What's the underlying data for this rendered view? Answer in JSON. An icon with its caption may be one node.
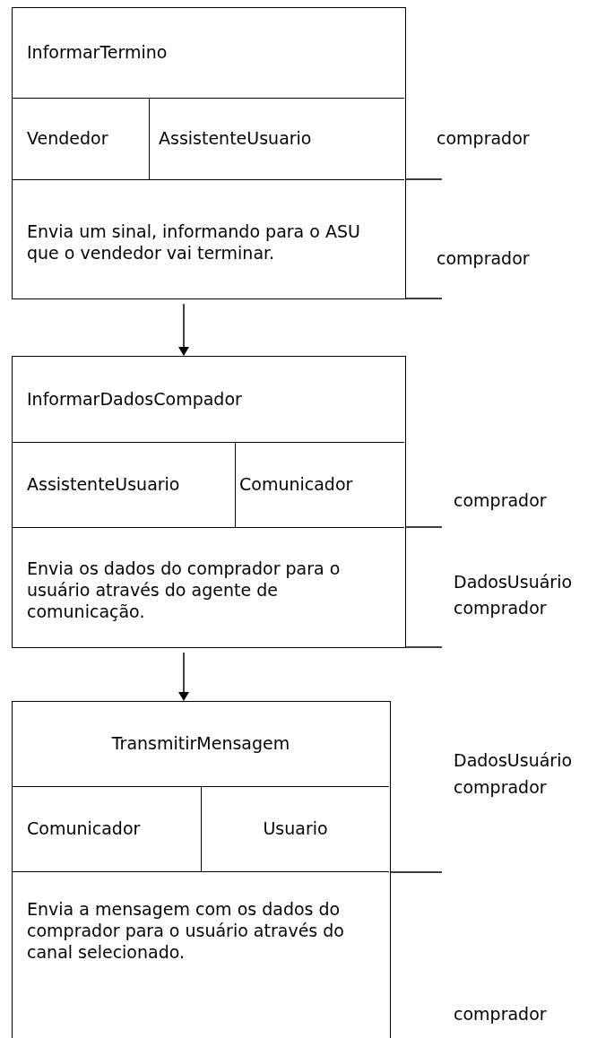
{
  "diagram": {
    "nodes": [
      {
        "text": [],
        "shape": "box"
      },
      {
        "text": [
          "InformarTermino"
        ],
        "in": 0
      },
      {
        "text": [
          "Vendedor"
        ],
        "in": 0
      },
      {
        "text": [
          "AssistenteUsuario"
        ],
        "in": 0
      },
      {
        "text": [
          "Envia um sinal, informando para o ASU que o vendedor vai terminar."
        ],
        "in": 0
      },
      {
        "text": [],
        "shape": "box"
      },
      {
        "text": [
          "InformarDadosCompador"
        ],
        "in": 5
      },
      {
        "text": [
          "AssistenteUsuario"
        ],
        "in": 5
      },
      {
        "text": [
          "Comunicador"
        ],
        "in": 5
      },
      {
        "text": [
          "Envia os dados do comprador para o usuário através do agente de comunicação."
        ],
        "in": 5
      },
      {
        "text": [],
        "shape": "box"
      },
      {
        "text": [
          "TransmitirMensagem"
        ],
        "in": 10
      },
      {
        "text": [
          "Comunicador"
        ],
        "in": 10
      },
      {
        "text": [
          "Usuario"
        ],
        "in": 10
      },
      {
        "text": [
          "Envia a mensagem com os dados do comprador para o usuário através do canal selecionado."
        ],
        "in": 10
      }
    ],
    "edges": [
      {
        "from": 0,
        "to": 5,
        "arrow": "to"
      },
      {
        "from": 5,
        "to": 10,
        "arrow": "to"
      }
    ],
    "labels": [
      "comprador",
      "comprador",
      "comprador",
      "DadosUsuário",
      "comprador",
      "DadosUsuário",
      "comprador",
      "comprador"
    ]
  }
}
